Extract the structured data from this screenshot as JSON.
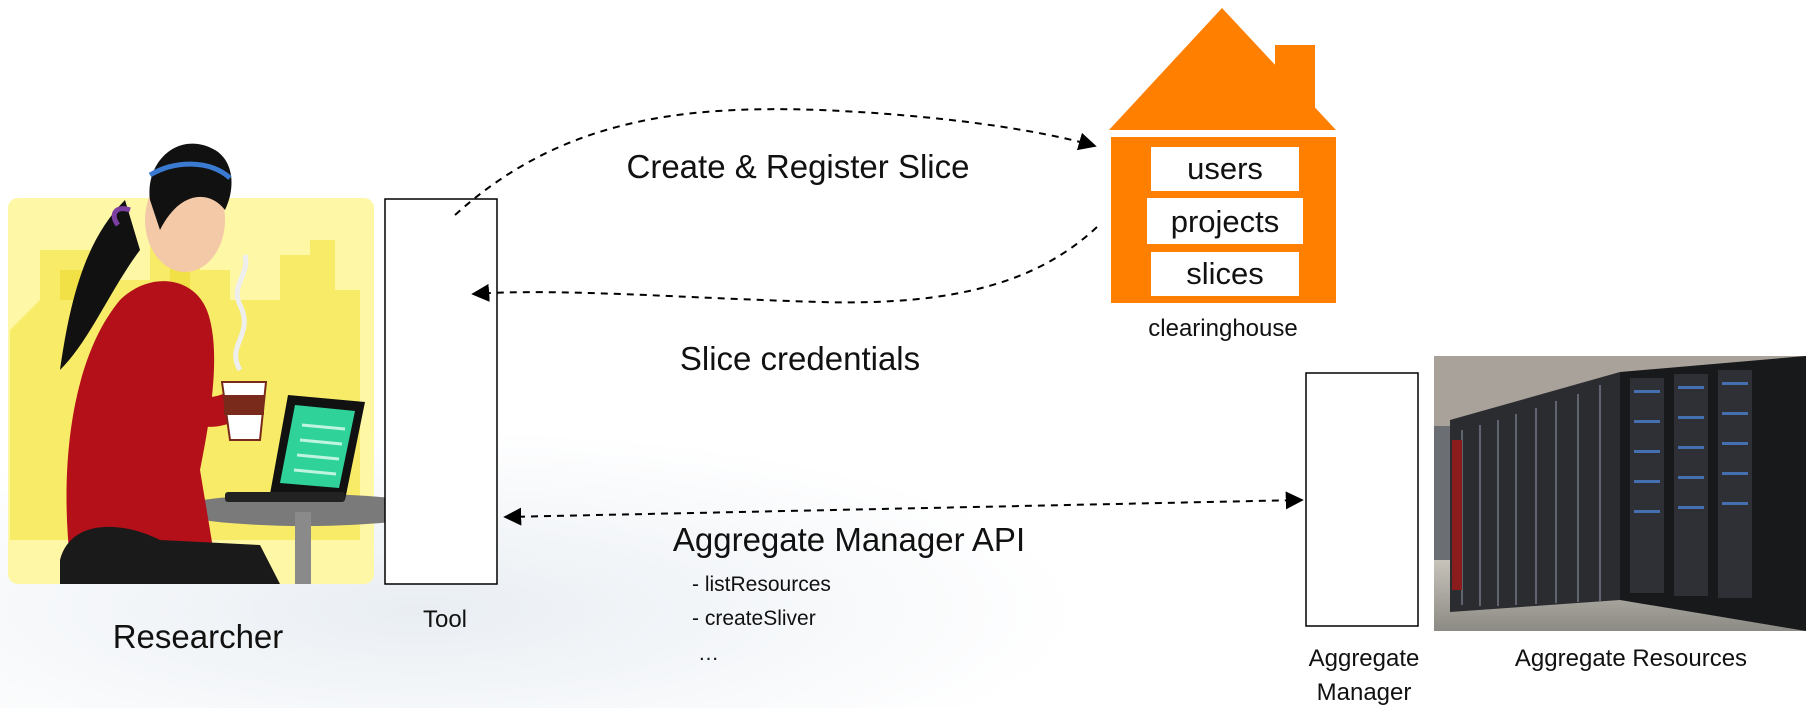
{
  "researcher": {
    "label": "Researcher"
  },
  "tool": {
    "label": "Tool"
  },
  "clearinghouse": {
    "label": "clearinghouse",
    "records": [
      "users",
      "projects",
      "slices"
    ],
    "color": "#FF7F00"
  },
  "aggregate_manager": {
    "label_line1": "Aggregate",
    "label_line2": "Manager"
  },
  "aggregate_resources": {
    "label": "Aggregate Resources"
  },
  "arrows": {
    "create_register": "Create & Register Slice",
    "slice_credentials": "Slice credentials",
    "am_api": "Aggregate Manager API",
    "am_api_items": [
      "- listResources",
      "- createSliver",
      "…"
    ]
  }
}
